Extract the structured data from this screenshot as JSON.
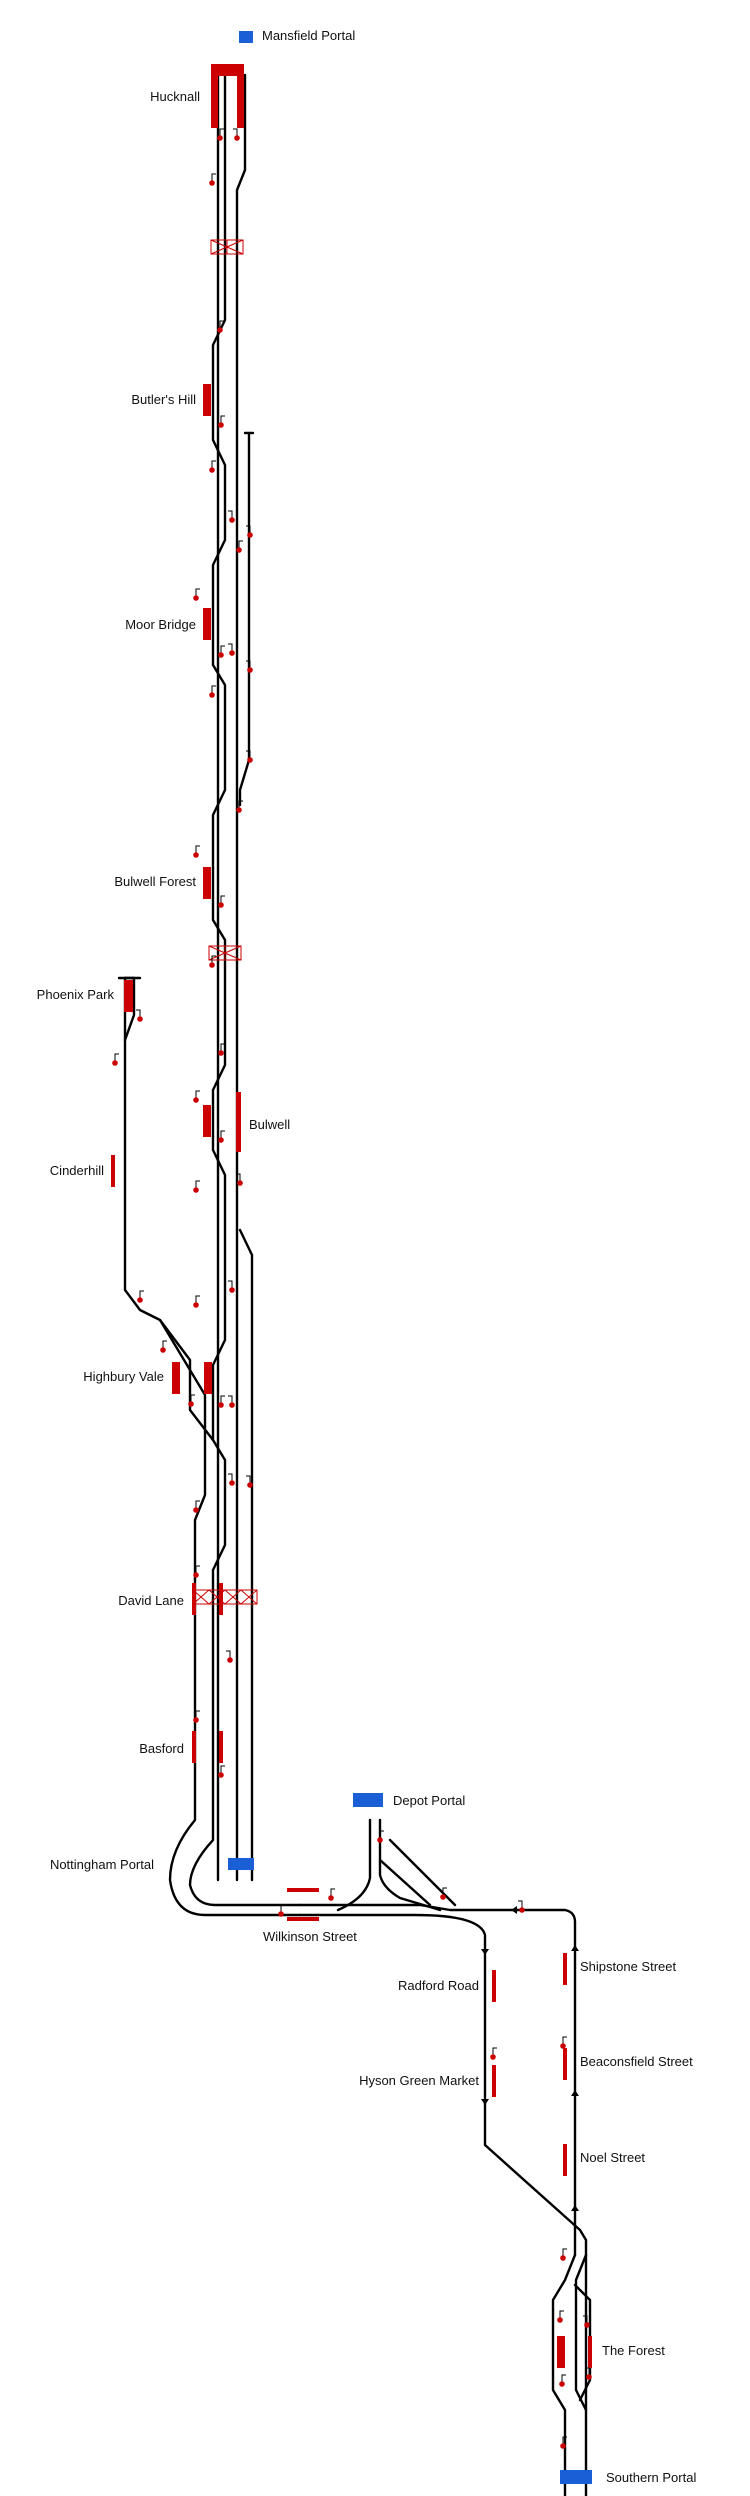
{
  "colors": {
    "track": "#000000",
    "platform": "#cc0000",
    "signal": "#cc0000",
    "portal": "#1a5fd6",
    "background": "#ffffff"
  },
  "portals": {
    "mansfield": "Mansfield Portal",
    "nottingham": "Nottingham Portal",
    "depot": "Depot Portal",
    "southern": "Southern Portal"
  },
  "stations": {
    "hucknall": "Hucknall",
    "butlers_hill": "Butler's Hill",
    "moor_bridge": "Moor Bridge",
    "bulwell_forest": "Bulwell Forest",
    "phoenix_park": "Phoenix Park",
    "bulwell": "Bulwell",
    "cinderhill": "Cinderhill",
    "highbury_vale": "Highbury Vale",
    "david_lane": "David Lane",
    "basford": "Basford",
    "wilkinson_street": "Wilkinson Street",
    "radford_road": "Radford Road",
    "shipstone_street": "Shipstone Street",
    "hyson_green_market": "Hyson Green Market",
    "beaconsfield_street": "Beaconsfield Street",
    "noel_street": "Noel Street",
    "the_forest": "The Forest"
  },
  "icons": {
    "signal": "signal-icon",
    "level_crossing": "level-crossing-icon",
    "portal": "portal-icon",
    "buffer_stop": "buffer-stop-icon",
    "direction_arrow": "arrow-icon"
  }
}
